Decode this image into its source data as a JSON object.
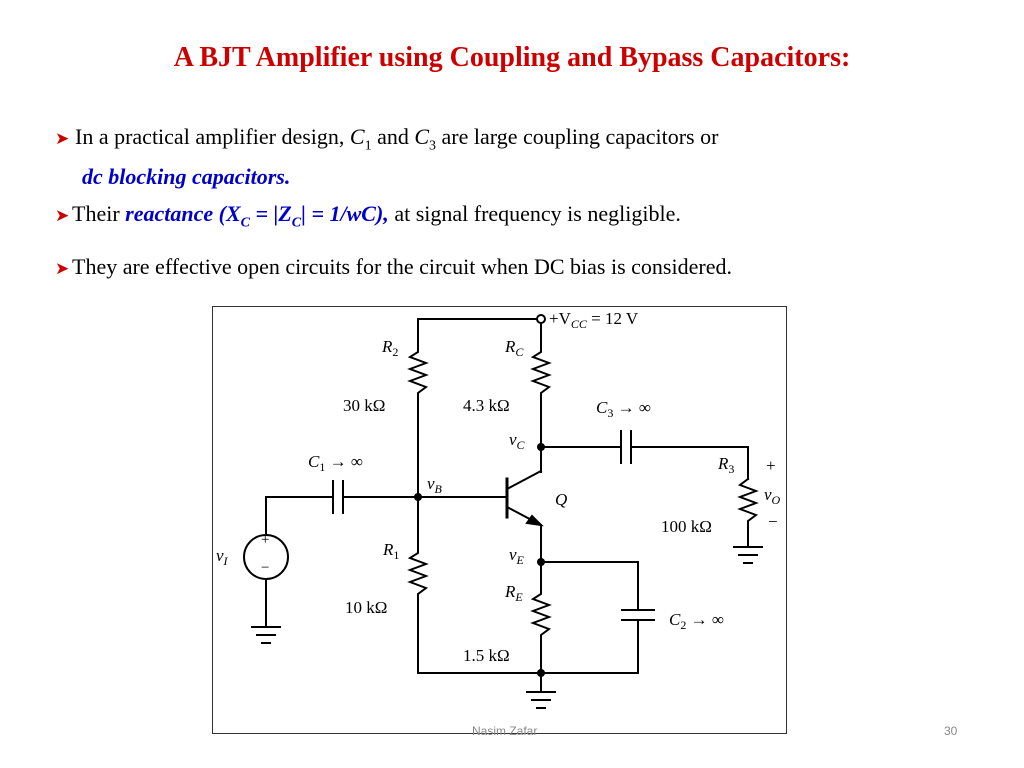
{
  "slide": {
    "title": "A BJT Amplifier using Coupling and Bypass Capacitors:",
    "bullets": [
      {
        "text_a": "In a practical amplifier design, ",
        "c1": "C",
        "c1_sub": "1",
        "text_b": " and ",
        "c3": "C",
        "c3_sub": "3",
        "text_c": " are  large coupling capacitors or",
        "line2": "dc blocking capacitors."
      },
      {
        "text_a": "Their ",
        "em_a": "reactance (X",
        "em_sub1": "C",
        "em_b": " = |Z",
        "em_sub2": "C",
        "em_c": "| = 1/wC),",
        "text_b": "  at signal frequency is negligible."
      },
      {
        "text": "They are effective open circuits for the circuit when DC bias is considered."
      }
    ]
  },
  "circuit": {
    "vcc_label": "+V",
    "vcc_sub": "CC",
    "vcc_value": " = 12 V",
    "r2_name": "R",
    "r2_sub": "2",
    "r2_value": "30 kΩ",
    "rc_name": "R",
    "rc_sub": "C",
    "rc_value": "4.3 kΩ",
    "r1_name": "R",
    "r1_sub": "1",
    "r1_value": "10 kΩ",
    "re_name": "R",
    "re_sub": "E",
    "re_value": "1.5 kΩ",
    "r3_name": "R",
    "r3_sub": "3",
    "r3_value": "100  kΩ",
    "c1_label": "C",
    "c1_sub": "1",
    "c2_label": "C",
    "c2_sub": "2",
    "c3_label": "C",
    "c3_sub": "3",
    "infinity": " → ∞",
    "vc_label": "v",
    "vc_sub": "C",
    "vb_label": "v",
    "vb_sub": "B",
    "ve_label": "v",
    "ve_sub": "E",
    "vi_label": "v",
    "vi_sub": "I",
    "vo_label": "v",
    "vo_sub": "O",
    "q_label": "Q",
    "plus": "+",
    "minus": "−"
  },
  "footer": {
    "author": "Nasim Zafar",
    "page": "30"
  },
  "colors": {
    "title": "#cc0000",
    "emphasis": "#0000cc",
    "bullet_arrow": "#cc0000"
  }
}
